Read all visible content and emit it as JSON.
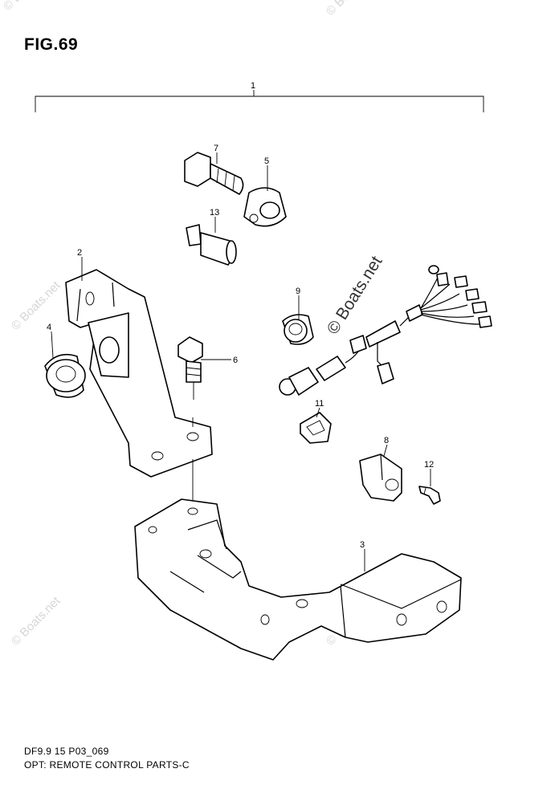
{
  "figure": {
    "title": "FIG.69",
    "footer_line1": "DF9.9 15 P03_069",
    "footer_line2": "OPT: REMOTE CONTROL PARTS-C"
  },
  "watermark": {
    "main": "© Boats.net",
    "repeat": "© Boats.net"
  },
  "callouts": [
    {
      "id": "1",
      "label": "1"
    },
    {
      "id": "2",
      "label": "2"
    },
    {
      "id": "3",
      "label": "3"
    },
    {
      "id": "4",
      "label": "4"
    },
    {
      "id": "5",
      "label": "5"
    },
    {
      "id": "6",
      "label": "6"
    },
    {
      "id": "7",
      "label": "7"
    },
    {
      "id": "8",
      "label": "8"
    },
    {
      "id": "9",
      "label": "9"
    },
    {
      "id": "11",
      "label": "11"
    },
    {
      "id": "12",
      "label": "12"
    },
    {
      "id": "13",
      "label": "13"
    }
  ]
}
